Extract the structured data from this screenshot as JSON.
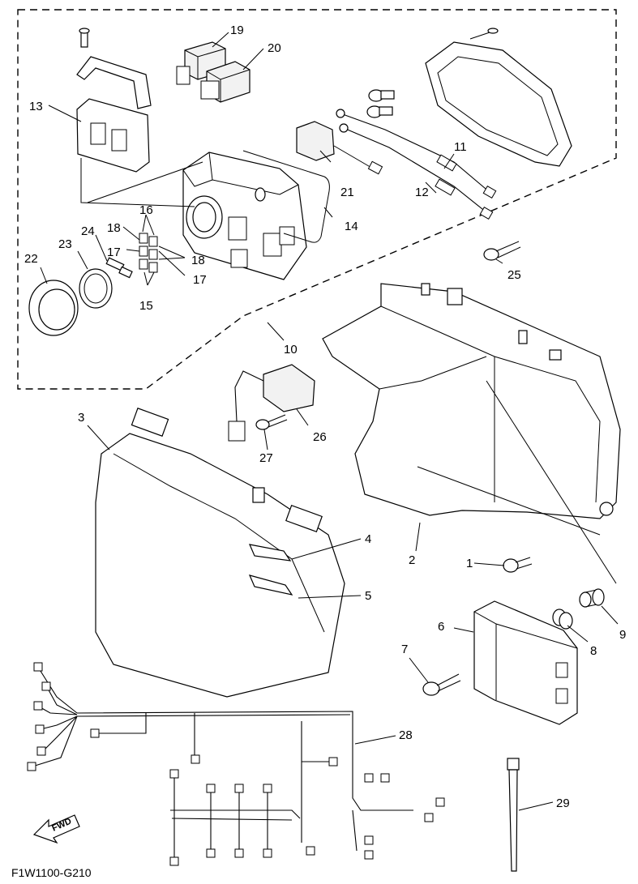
{
  "diagram": {
    "code": "F1W1100-G210",
    "fwd_label": "FWD",
    "callouts": [
      {
        "id": "c1",
        "text": "1"
      },
      {
        "id": "c2",
        "text": "2"
      },
      {
        "id": "c3",
        "text": "3"
      },
      {
        "id": "c4",
        "text": "4"
      },
      {
        "id": "c5",
        "text": "5"
      },
      {
        "id": "c6",
        "text": "6"
      },
      {
        "id": "c7",
        "text": "7"
      },
      {
        "id": "c8",
        "text": "8"
      },
      {
        "id": "c9",
        "text": "9"
      },
      {
        "id": "c10",
        "text": "10"
      },
      {
        "id": "c11",
        "text": "11"
      },
      {
        "id": "c12",
        "text": "12"
      },
      {
        "id": "c13",
        "text": "13"
      },
      {
        "id": "c14",
        "text": "14"
      },
      {
        "id": "c15",
        "text": "15"
      },
      {
        "id": "c16",
        "text": "16"
      },
      {
        "id": "c17a",
        "text": "17"
      },
      {
        "id": "c17b",
        "text": "17"
      },
      {
        "id": "c18a",
        "text": "18"
      },
      {
        "id": "c18b",
        "text": "18"
      },
      {
        "id": "c19",
        "text": "19"
      },
      {
        "id": "c20",
        "text": "20"
      },
      {
        "id": "c21",
        "text": "21"
      },
      {
        "id": "c22",
        "text": "22"
      },
      {
        "id": "c23",
        "text": "23"
      },
      {
        "id": "c24",
        "text": "24"
      },
      {
        "id": "c25",
        "text": "25"
      },
      {
        "id": "c26",
        "text": "26"
      },
      {
        "id": "c27",
        "text": "27"
      },
      {
        "id": "c28",
        "text": "28"
      },
      {
        "id": "c29",
        "text": "29"
      }
    ]
  }
}
